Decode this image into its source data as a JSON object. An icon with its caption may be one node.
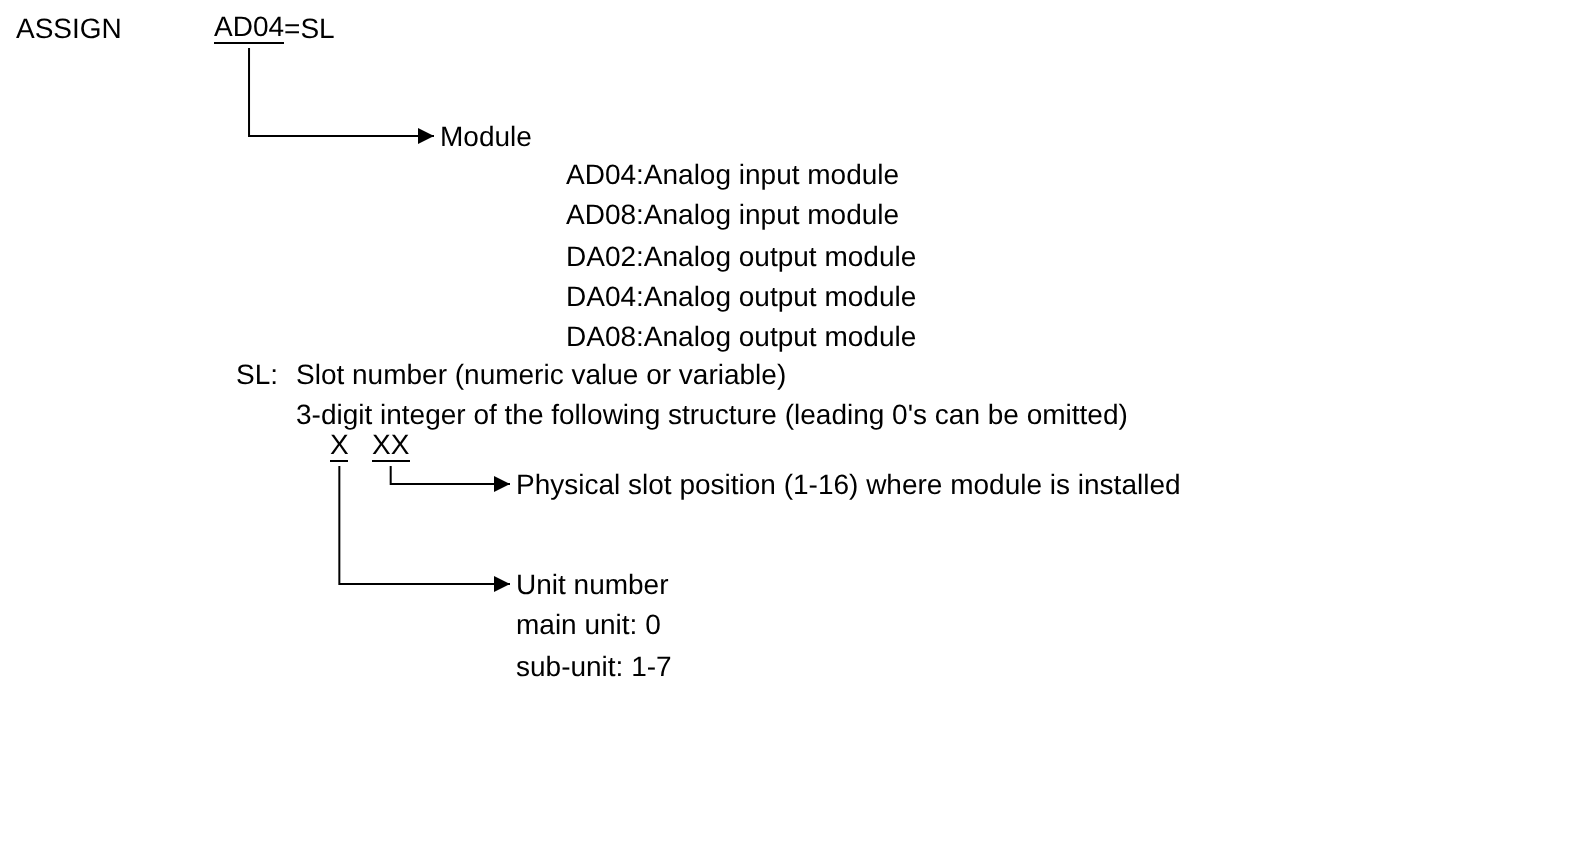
{
  "diagram": {
    "nodes": [
      {
        "text": [
          "AD04"
        ]
      },
      {
        "text": [
          "Module"
        ]
      },
      {
        "text": [
          "X"
        ]
      },
      {
        "text": [
          "XX"
        ]
      },
      {
        "text": [
          "Physical slot position (1-16) where module is installed"
        ]
      },
      {
        "text": [
          "Unit number"
        ]
      }
    ],
    "edges": [
      {
        "from": 0,
        "to": 1,
        "arrow": "to"
      },
      {
        "from": 3,
        "to": 4,
        "arrow": "to"
      },
      {
        "from": 2,
        "to": 5,
        "arrow": "to"
      }
    ],
    "labels": [
      "ASSIGN",
      "=SL",
      "AD04:Analog input module",
      "AD08:Analog input module",
      "DA02:Analog output module",
      "DA04:Analog output module",
      "DA08:Analog output module",
      "SL:",
      "Slot number (numeric value or variable)",
      "3-digit integer of the following structure (leading 0's can be omitted)",
      "main unit: 0",
      "sub-unit: 1-7"
    ]
  }
}
